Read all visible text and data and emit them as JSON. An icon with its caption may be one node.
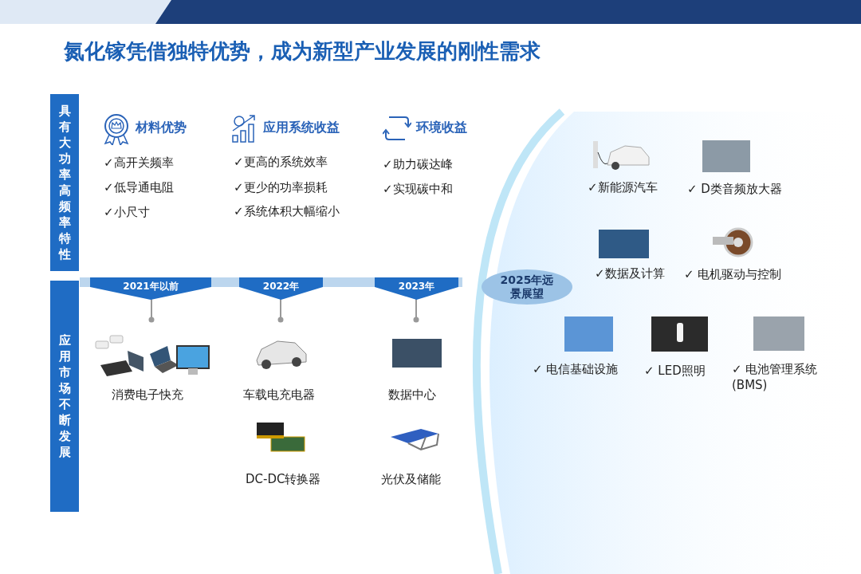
{
  "diagram": {
    "title": "氮化镓凭借独特优势，成为新型产业发展的刚性需求",
    "nodes": [
      {
        "text": [
          "具有大功率高频率特性"
        ]
      },
      {
        "text": [
          "应用市场不断发展"
        ]
      },
      {
        "text": [
          "2021年以前"
        ]
      },
      {
        "text": [
          "2022年"
        ]
      },
      {
        "text": [
          "2023年"
        ]
      },
      {
        "text": [
          "2025年远景展望"
        ]
      }
    ],
    "edges": [],
    "labels": [
      "材料优势",
      "应用系统收益",
      "环境收益",
      "✓高开关频率",
      "✓更高的系统效率",
      "✓助力碳达峰",
      "✓低导通电阻",
      "✓更少的功率损耗",
      "✓实现碳中和",
      "✓小尺寸",
      "✓系统体积大幅缩小",
      "消费电子快充",
      "车载电充电器",
      "数据中心",
      "DC-DC转换器",
      "光伏及储能",
      "✓新能源汽车",
      "✓ D类音频放大器",
      "✓数据及计算",
      "✓ 电机驱动与控制",
      "✓ 电信基础设施",
      "✓ LED照明",
      "✓ 电池管理系统 (BMS)"
    ]
  }
}
